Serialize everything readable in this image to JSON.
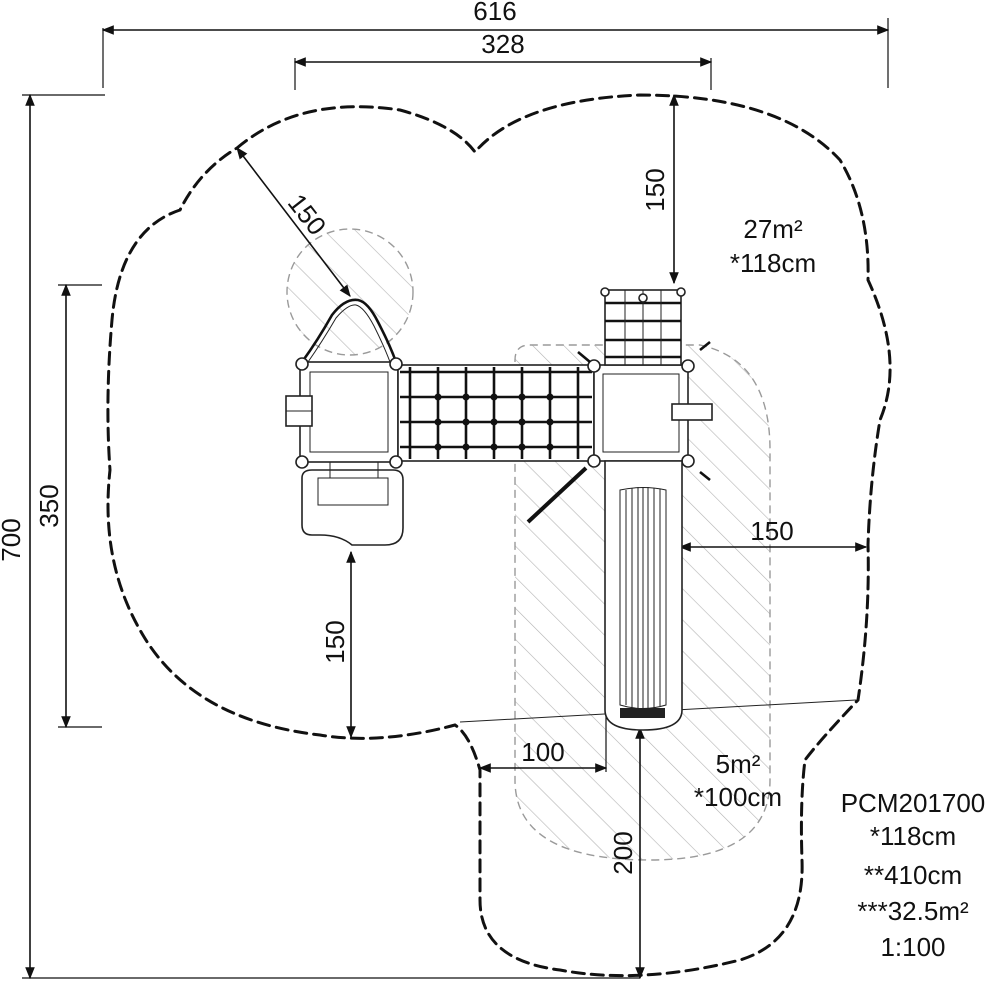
{
  "dimensions": {
    "overall_width": "616",
    "structure_width": "328",
    "overall_depth": "700",
    "structure_depth": "350",
    "clearance_upper_left": "150",
    "clearance_top": "150",
    "clearance_right": "150",
    "clearance_bottom_left": "150",
    "slide_side_clearance": "100",
    "slide_exit_clearance": "200"
  },
  "zones": {
    "main_area": "27m²",
    "main_fall_height": "*118cm",
    "slide_area": "5m²",
    "slide_fall_height": "*100cm"
  },
  "product": {
    "code": "PCM201700",
    "fall_height": "*118cm",
    "total_length": "**410cm",
    "total_area": "***32.5m²",
    "scale": "1:100"
  },
  "colors": {
    "line": "#111111",
    "hatch": "#9a9a9a",
    "background": "#ffffff"
  }
}
